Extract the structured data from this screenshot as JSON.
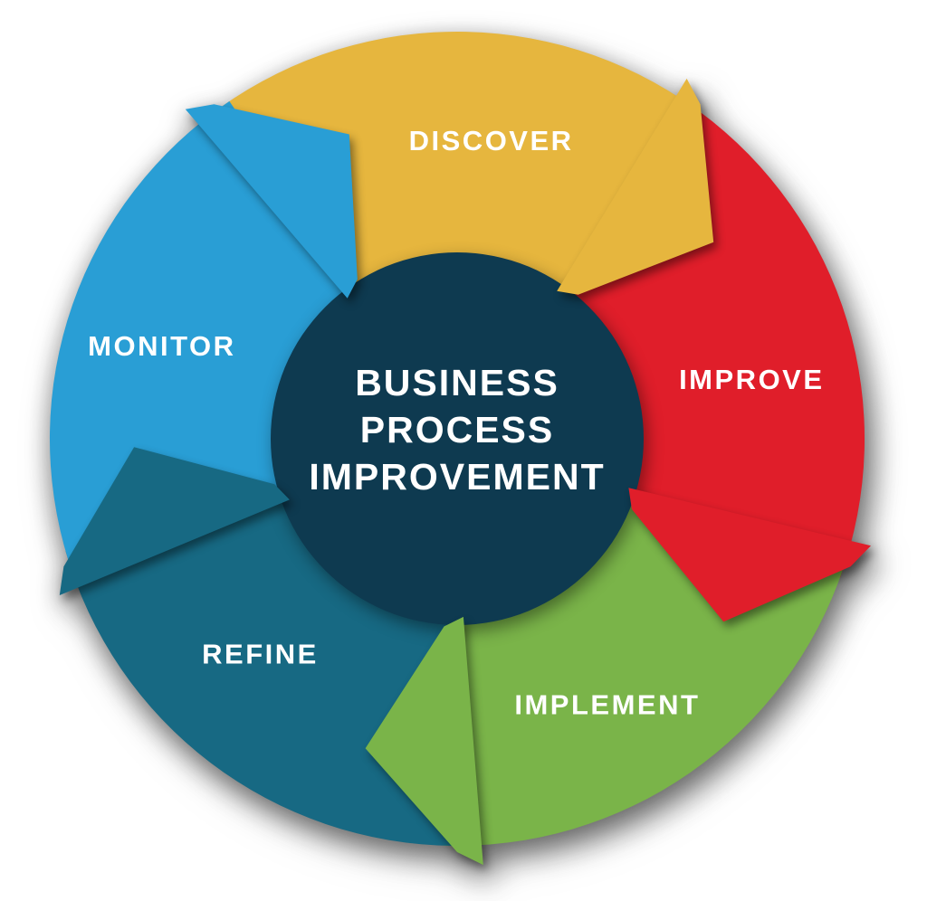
{
  "diagram": {
    "background_color": "#ffffff",
    "text_color": "#ffffff",
    "center": {
      "title_lines": [
        "BUSINESS",
        "PROCESS",
        "IMPROVEMENT"
      ],
      "circle_color": "#0e3a50"
    },
    "segments": [
      {
        "label": "DISCOVER",
        "color": "#e6b63e"
      },
      {
        "label": "IMPROVE",
        "color": "#e01e2a"
      },
      {
        "label": "IMPLEMENT",
        "color": "#7ab449"
      },
      {
        "label": "REFINE",
        "color": "#176983"
      },
      {
        "label": "MONITOR",
        "color": "#299ed5"
      }
    ]
  }
}
